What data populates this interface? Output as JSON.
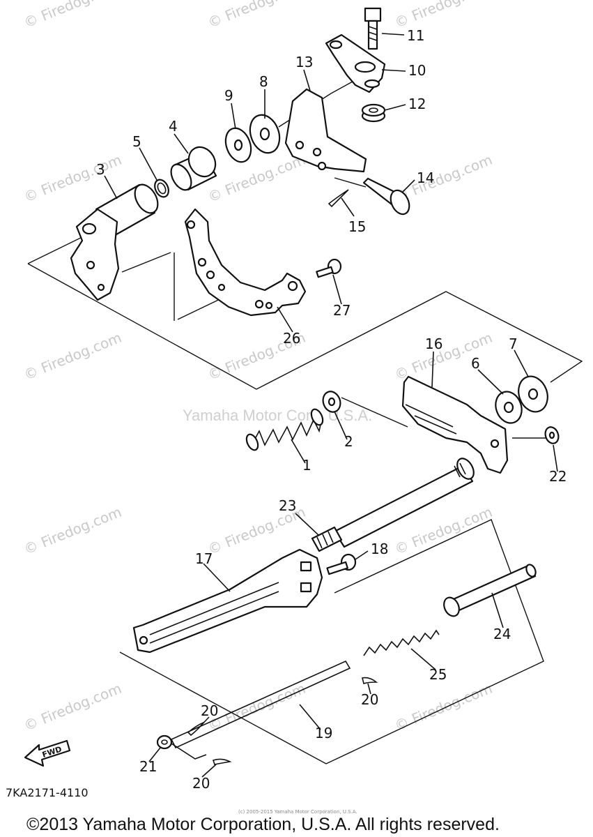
{
  "diagram": {
    "watermark": "© Firedog.com",
    "center_watermark": "Yamaha Motor Corp. U.S.A.",
    "part_code": "7KA2171-4110",
    "fwd_label": "FWD",
    "fine_print": "(c) 2005-2015 Yamaha Motor Corporation, U.S.A.",
    "copyright": "©2013 Yamaha Motor Corporation, U.S.A. All rights reserved.",
    "callouts": [
      "11",
      "10",
      "12",
      "13",
      "8",
      "9",
      "4",
      "5",
      "3",
      "14",
      "15",
      "27",
      "26",
      "16",
      "7",
      "6",
      "2",
      "1",
      "22",
      "23",
      "18",
      "17",
      "24",
      "25",
      "20",
      "19",
      "20",
      "21",
      "20"
    ]
  }
}
